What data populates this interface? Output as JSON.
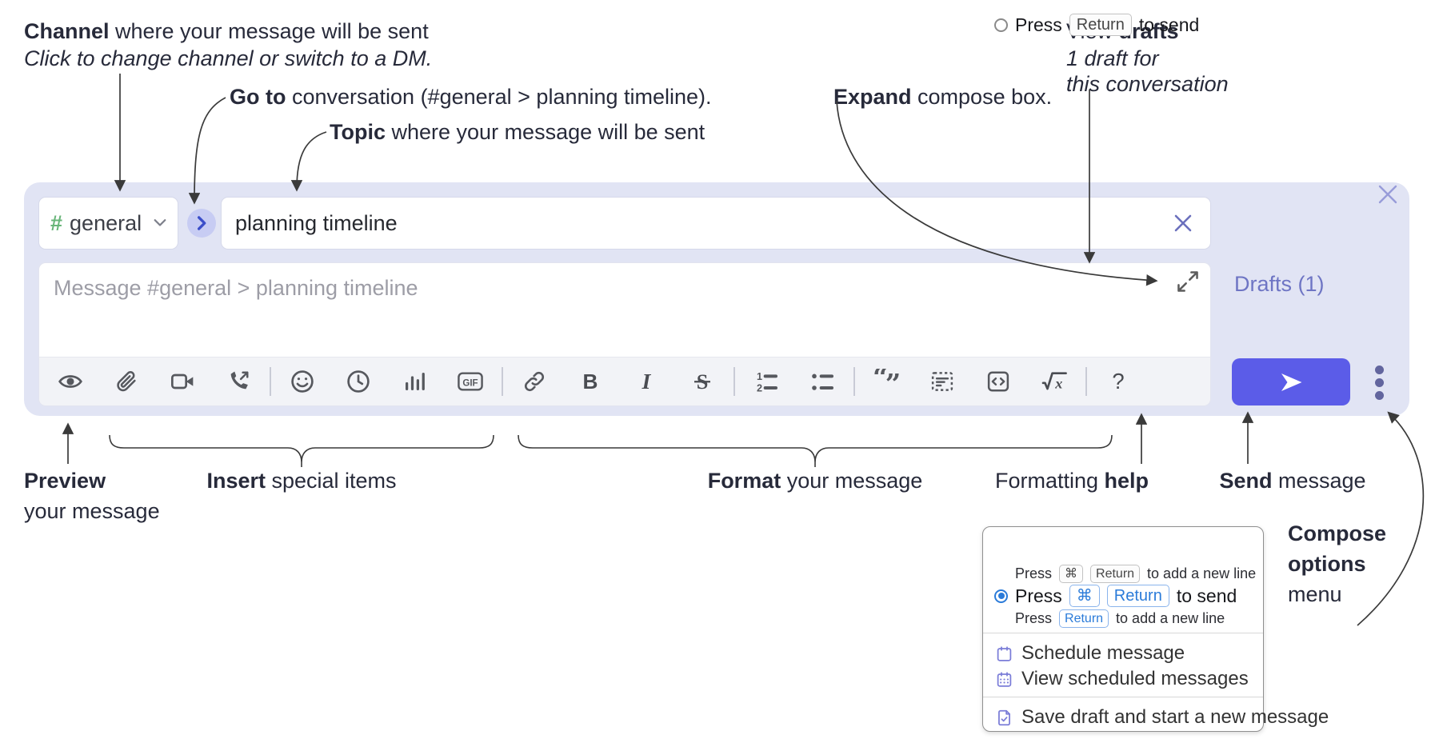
{
  "colors": {
    "container_bg": "#e1e4f4",
    "send_button": "#5b5ce8",
    "drafts_link": "#6e75c4",
    "radio_selected_blue": "#2b7bd9",
    "menu_icon_purple": "#7b7dd8",
    "hash_green": "#68b579"
  },
  "annotations": {
    "channel": {
      "bold": "Channel",
      "rest": " where your message will be sent",
      "sub": "Click to change channel or switch to a DM."
    },
    "goto": {
      "bold": "Go to",
      "rest": " conversation (#general > planning timeline)."
    },
    "topic": {
      "bold": "Topic",
      "rest": " where your message will be sent"
    },
    "expand": {
      "bold": "Expand",
      "rest": " compose box."
    },
    "view_drafts": {
      "pre": "View ",
      "bold": "drafts",
      "line2": "1 draft for",
      "line3": "this conversation"
    },
    "preview": {
      "bold": "Preview",
      "line2": "your message"
    },
    "insert": {
      "bold": "Insert",
      "rest": " special items"
    },
    "format": {
      "bold": "Format",
      "rest": " your message"
    },
    "formatting_help": {
      "pre": "Formatting ",
      "bold": "help"
    },
    "send": {
      "bold": "Send",
      "rest": " message"
    },
    "compose_options": {
      "bold1": "Compose",
      "bold2": "options",
      "rest": "menu"
    }
  },
  "compose": {
    "channel_hash": "#",
    "channel_name": "general",
    "topic_value": "planning timeline",
    "message_placeholder": "Message #general > planning timeline",
    "drafts_link": "Drafts (1)",
    "toolbar_labels": {
      "gif": "GIF",
      "bold": "B",
      "italic": "I",
      "strike": "S",
      "ol1": "1",
      "ol2": "2",
      "math": "√x",
      "help": "?"
    }
  },
  "menu": {
    "radio1": {
      "press": "Press",
      "key": "Return",
      "suffix": "to send",
      "sub_press": "Press",
      "sub_key1": "⌘",
      "sub_key2": "Return",
      "sub_suffix": "to add a new line"
    },
    "radio2": {
      "press": "Press",
      "key1": "⌘",
      "key2": "Return",
      "suffix": "to send",
      "sub_press": "Press",
      "sub_key": "Return",
      "sub_suffix": "to add a new line"
    },
    "schedule": "Schedule message",
    "view_scheduled": "View scheduled messages",
    "save_draft": "Save draft and start a new message"
  }
}
